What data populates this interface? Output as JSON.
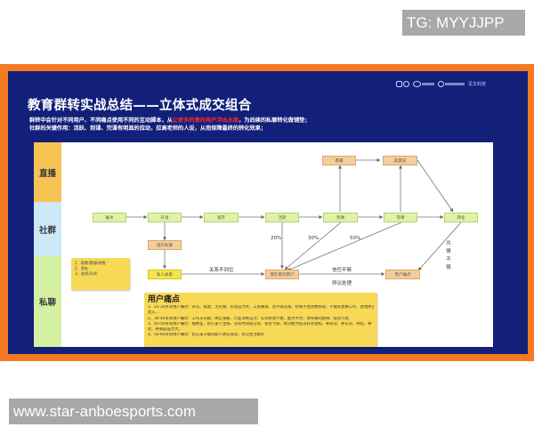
{
  "watermarks": {
    "top": "TG: MYYJJPP",
    "bottom": "www.star-anboesports.com"
  },
  "slide": {
    "title": "教育群转实战总结——立体式成交组合",
    "subtitle_line1_pre": "群转中会针对不同用户、不同痛点使用不同的互动脚本，从",
    "subtitle_line1_highlight": "让更多的意向用户浮出水面",
    "subtitle_line1_post": "，为后续的私聊转化做铺垫；",
    "subtitle_line2": "社群的关键作用：活跃、到课、完课有明显的拉动，拉高老师的人设，从而保障最终的转化效果；",
    "logos": [
      "logo-1",
      "logo-2",
      "logo-3",
      "见文科技"
    ],
    "highlight_color": "#ff2a2a",
    "background_color": "#12207a",
    "frame_color": "#f57a22"
  },
  "diagram": {
    "lanes": [
      {
        "label": "直播",
        "color": "#f8c355"
      },
      {
        "label": "社群",
        "color": "#cde8f8"
      },
      {
        "label": "私聊",
        "color": "#d4f0a3"
      }
    ],
    "nodes": {
      "icebreak": "破冰",
      "upgrade": "升温",
      "retain": "留存",
      "active": "活跃",
      "attend": "到课",
      "complete": "完课",
      "convert": "转化",
      "replay": "看播",
      "high_intent": "高意向",
      "upgrade_private": "提升私聊",
      "private_relation": "私人关系",
      "potential_user": "潜在意向用户",
      "user_pain": "用户痛点"
    },
    "edge_labels": {
      "pct_20": "20%",
      "pct_30": "30%",
      "pct_50": "50%",
      "relation_weak": "关系不到位",
      "trust_weak": "信任不够",
      "objection": "异议处理",
      "empathy_weak": [
        "共",
        "情",
        "不",
        "够"
      ]
    },
    "note": {
      "lines": [
        "1、助教/客服/销售",
        "2、朋友",
        "3、老师/导师"
      ]
    },
    "pain_points": {
      "title": "用户痛点",
      "lines": [
        "1、25-30岁的用户痛点：开先、焦虑、无存款、买房压力大、工资难涨、舍不得花钱、控制不住消费欲望、不能轻易换工作、害怕失业",
        "太久...",
        "2、30-40岁的用户痛点：工作天花板、降止涨薪、行业洞失压力、公司经营不善、能力不合、领导跟的阻碍、投资亏损",
        "3、40-50岁的用户痛点：独失业、担心家人生病、没有时间陪父母、投资亏损、经济能力低没有话语权、养房贷、养车贷、养娃、养",
        "老、养家庭压力大。",
        "4、50-60岁的用户痛点：担心孩子能同龄人财在身后、担心生活意外"
      ]
    }
  }
}
